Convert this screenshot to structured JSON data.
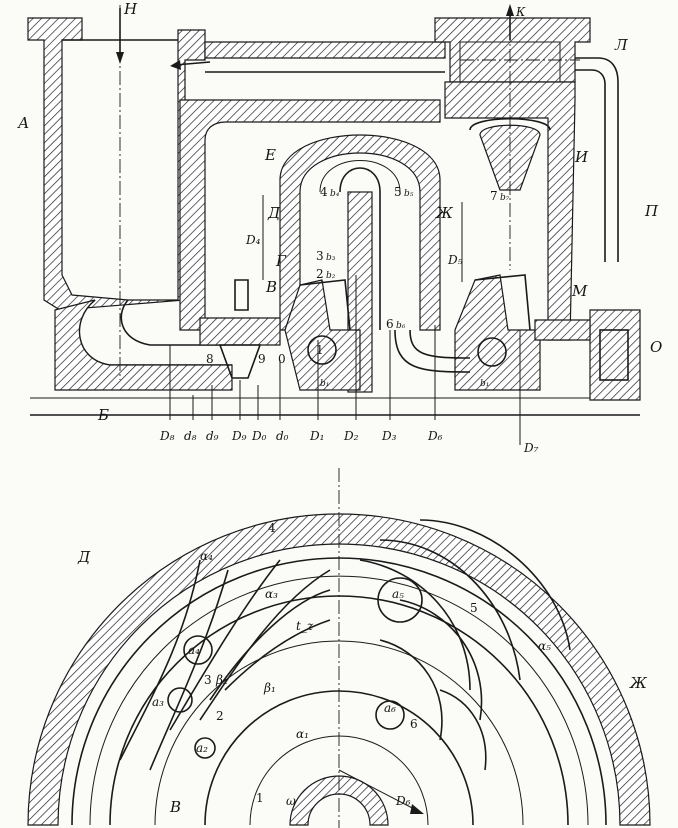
{
  "top_labels": {
    "inlet": "Н",
    "outlet": "К",
    "casing": "А",
    "inlet_channel": "Б",
    "impeller": "В",
    "gap": "Г",
    "diffuser": "Д",
    "return": "Е",
    "return_channel": "Ж",
    "second_diffuser": "И",
    "outlet_pipe": "Л",
    "seal": "М",
    "bearing": "О",
    "pipe": "П"
  },
  "top_sections": [
    "8",
    "9",
    "0",
    "1",
    "2",
    "3",
    "4",
    "5",
    "6",
    "7"
  ],
  "top_dims": {
    "D8": "D₈",
    "d8": "d₈",
    "d9": "d₉",
    "D9": "D₉",
    "D0": "D₀",
    "d0": "d₀",
    "D1": "D₁",
    "D2": "D₂",
    "D3": "D₃",
    "D6": "D₆",
    "D7": "D₇",
    "D4": "D₄",
    "D5": "D₅",
    "b1": "b₁",
    "b2": "b₂",
    "b3": "b₃",
    "b4": "b₄",
    "b5": "b₅",
    "b6": "b₆",
    "b7": "b₇",
    "b1b": "b₁"
  },
  "bottom_labels": {
    "diffuser": "Д",
    "return_channel": "Ж",
    "impeller": "В",
    "alpha4": "α₄",
    "alpha3": "α₃",
    "alpha1": "α₁",
    "alpha5": "α₅",
    "beta2": "β₂",
    "beta1": "β₁",
    "a5": "a₅",
    "a4": "a₄",
    "a3": "a₃",
    "a2": "a₂",
    "a6": "a₆",
    "tz": "t_z",
    "omega": "ω",
    "D6": "D₆",
    "n4": "4",
    "n3": "3",
    "n2": "2",
    "n1": "1",
    "n5": "5",
    "n6": "6"
  }
}
